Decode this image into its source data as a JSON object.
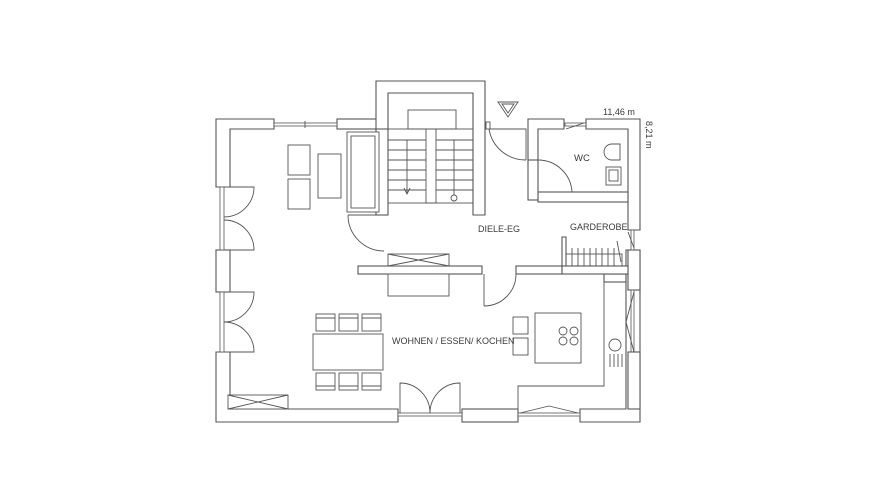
{
  "plan": {
    "rooms": {
      "wc": "WC",
      "diele": "DIELE-EG",
      "garderobe": "GARDEROBE",
      "wohnen": "WOHNEN / ESSEN/ KOCHEN"
    },
    "dimensions": {
      "width": "11,46 m",
      "depth": "8,21 m"
    }
  },
  "colors": {
    "line": "#555555",
    "text": "#3a3a3a",
    "background": "#ffffff"
  }
}
